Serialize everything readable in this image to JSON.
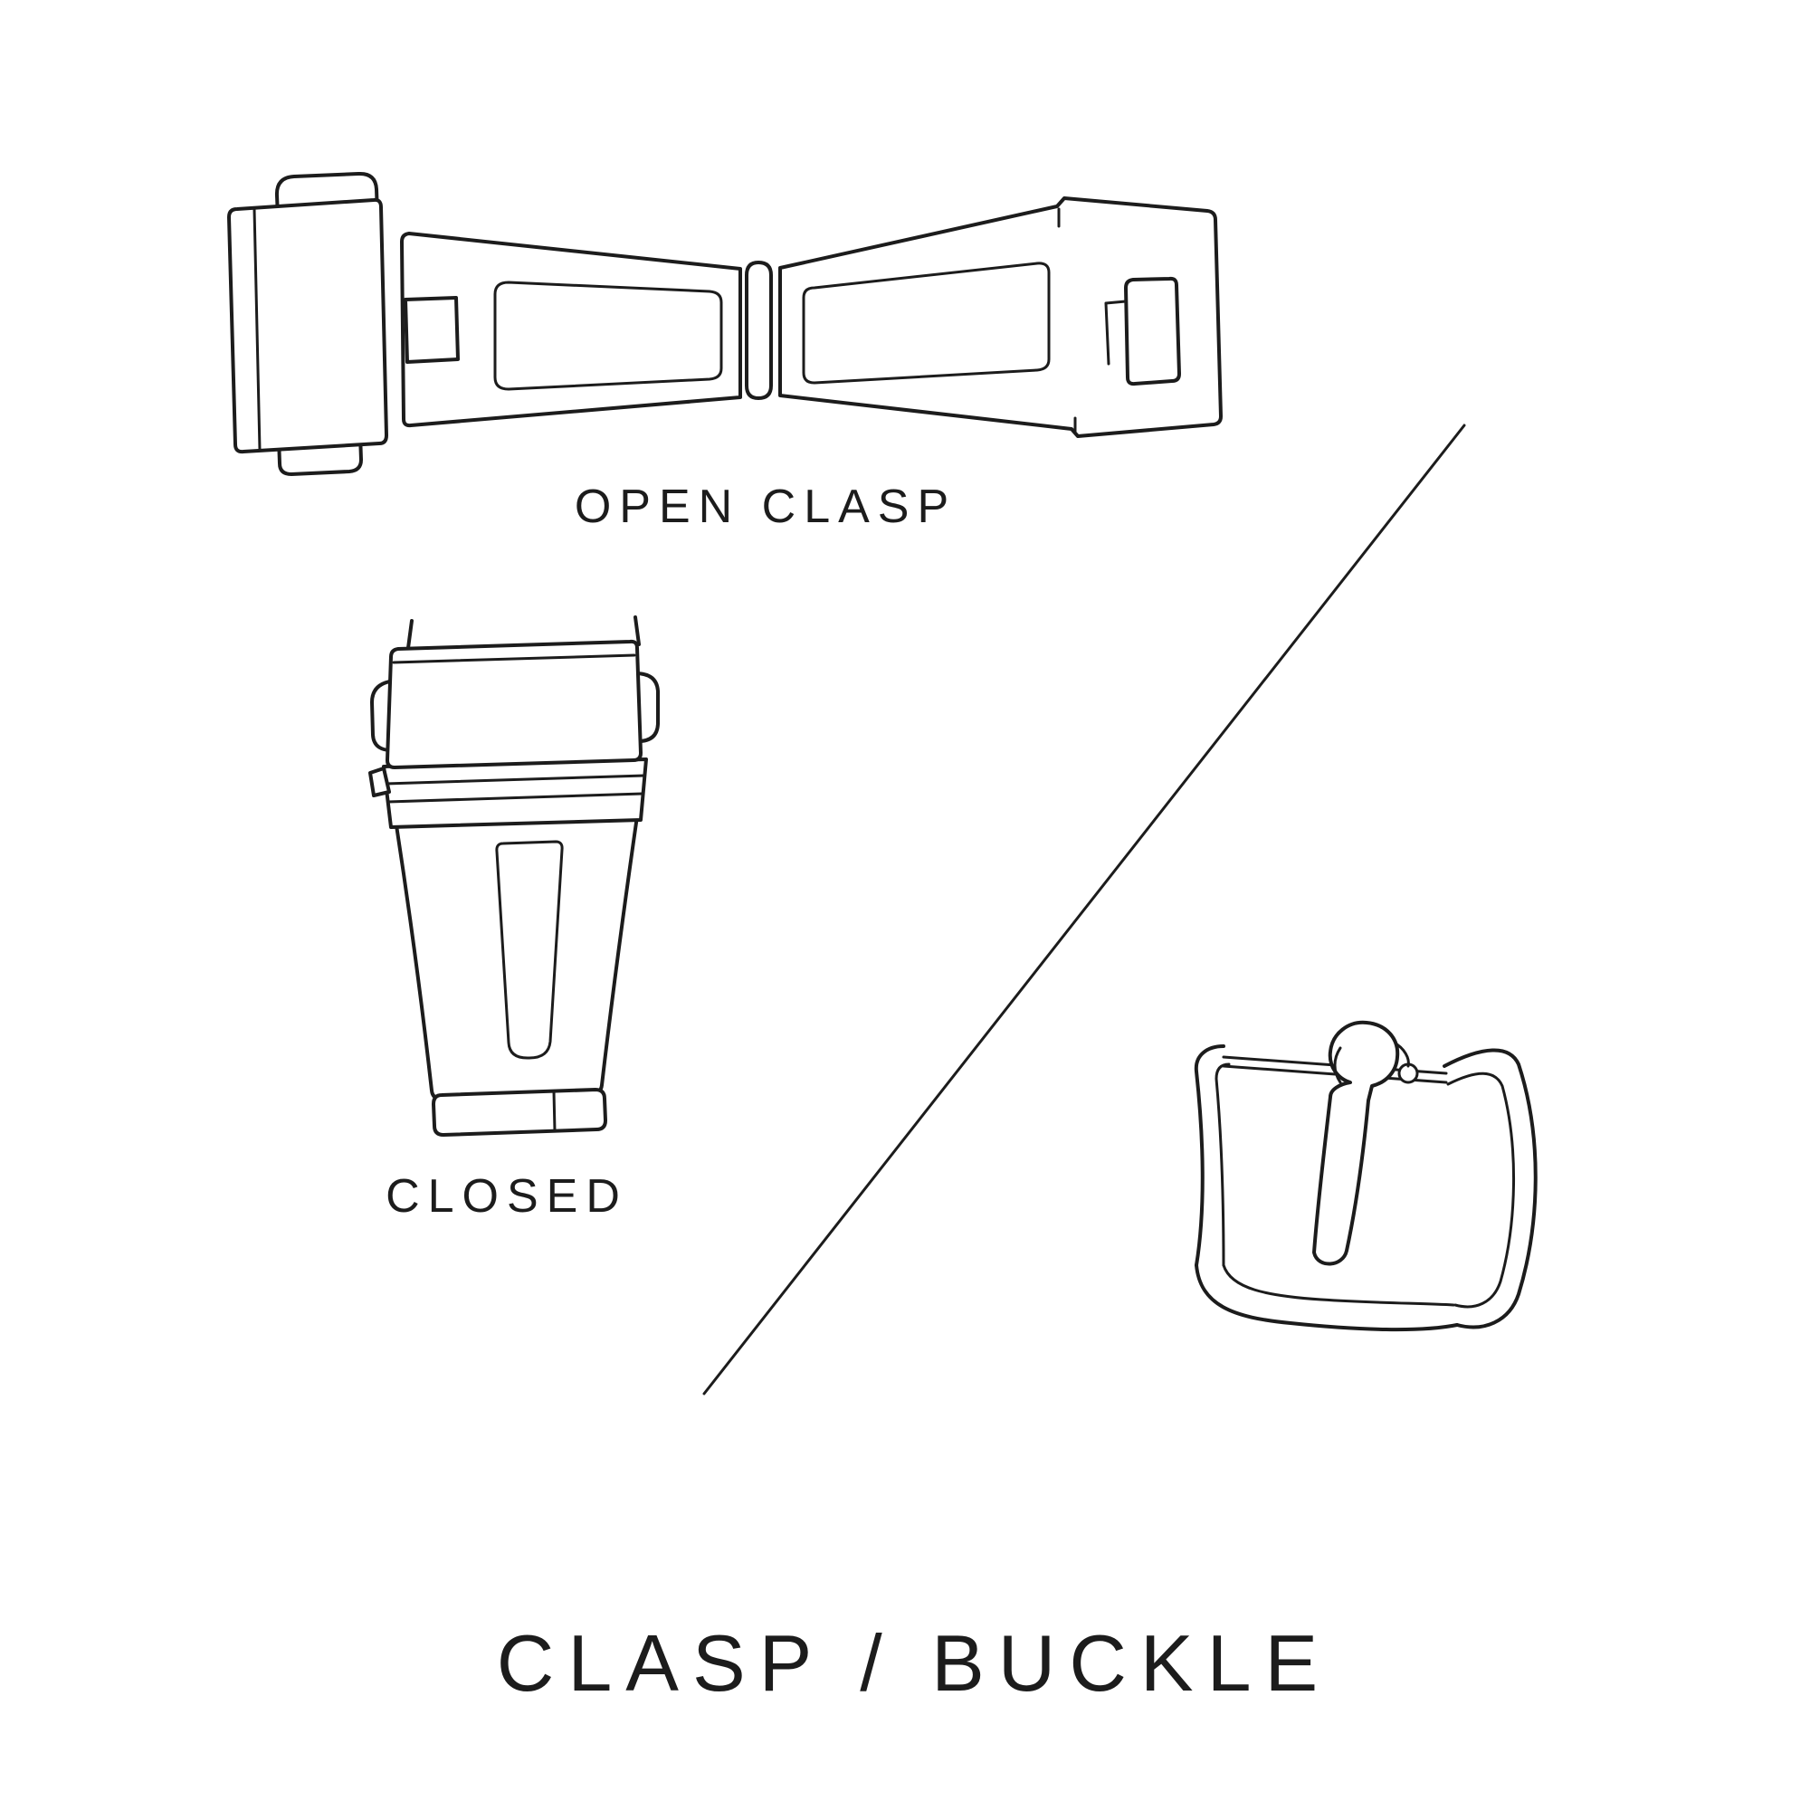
{
  "title": "CLASP / BUCKLE",
  "labels": {
    "open_clasp": "OPEN CLASP",
    "closed": "CLOSED",
    "title": "CLASP / BUCKLE"
  },
  "colors": {
    "background": "#ffffff",
    "line": "#1c1c1c",
    "text": "#1c1c1c"
  },
  "illustrations": [
    {
      "id": "open-clasp",
      "caption": "OPEN CLASP"
    },
    {
      "id": "closed-clasp",
      "caption": "CLOSED"
    },
    {
      "id": "tang-buckle",
      "caption": ""
    }
  ]
}
